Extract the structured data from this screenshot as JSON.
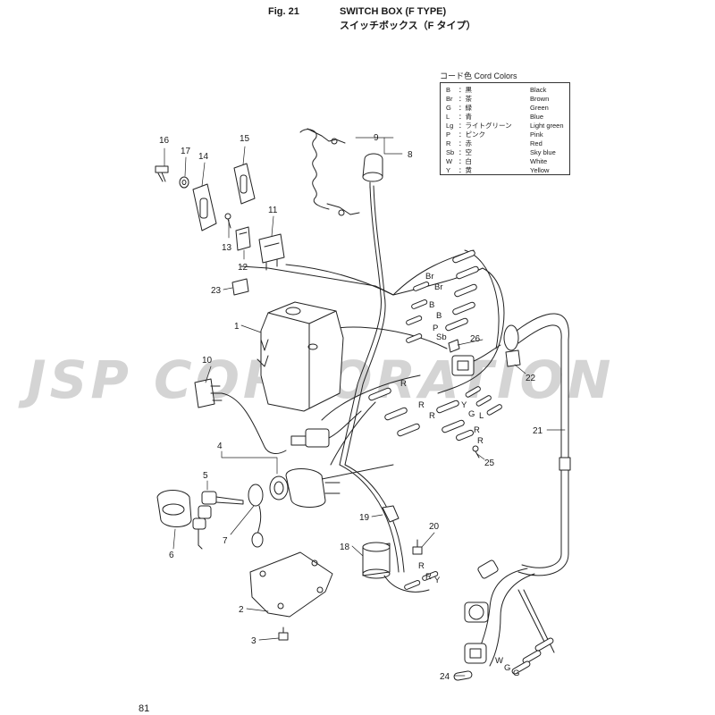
{
  "header": {
    "fig": "Fig. 21",
    "title": "SWITCH BOX (F TYPE)",
    "title_jp": "スイッチボックス（F タイプ）"
  },
  "page_number": "81",
  "watermark": "JSP CORPORATION",
  "legend": {
    "title": "コード色 Cord Colors",
    "rows": [
      {
        "code": "B",
        "jp": "：黒",
        "en": "Black"
      },
      {
        "code": "Br",
        "jp": "：茶",
        "en": "Brown"
      },
      {
        "code": "G",
        "jp": "：緑",
        "en": "Green"
      },
      {
        "code": "L",
        "jp": "：青",
        "en": "Blue"
      },
      {
        "code": "Lg",
        "jp": "：ライトグリーン",
        "en": "Light green"
      },
      {
        "code": "P",
        "jp": "：ピンク",
        "en": "Pink"
      },
      {
        "code": "R",
        "jp": "：赤",
        "en": "Red"
      },
      {
        "code": "Sb",
        "jp": "：空",
        "en": "Sky blue"
      },
      {
        "code": "W",
        "jp": "：白",
        "en": "White"
      },
      {
        "code": "Y",
        "jp": "：黄",
        "en": "Yellow"
      }
    ]
  },
  "callouts": {
    "c1": "1",
    "c2": "2",
    "c3": "3",
    "c4": "4",
    "c5": "5",
    "c6": "6",
    "c7": "7",
    "c8": "8",
    "c9": "9",
    "c10": "10",
    "c11": "11",
    "c12": "12",
    "c13": "13",
    "c14": "14",
    "c15": "15",
    "c16": "16",
    "c17": "17",
    "c18": "18",
    "c19": "19",
    "c20": "20",
    "c21": "21",
    "c22": "22",
    "c23": "23",
    "c24": "24",
    "c25": "25",
    "c26": "26"
  },
  "wire_labels": {
    "br1": "Br",
    "br2": "Br",
    "b1": "B",
    "b2": "B",
    "p": "P",
    "sb": "Sb",
    "r_mid": "R",
    "r2": "R",
    "r3": "R",
    "r4": "R",
    "r5": "R",
    "y_mid": "Y",
    "g_mid": "G",
    "l_mid": "L",
    "r_low1": "R",
    "r_low2": "R",
    "y_low": "Y",
    "w_bot": "W",
    "g_bot1": "G",
    "g_bot2": "G"
  }
}
